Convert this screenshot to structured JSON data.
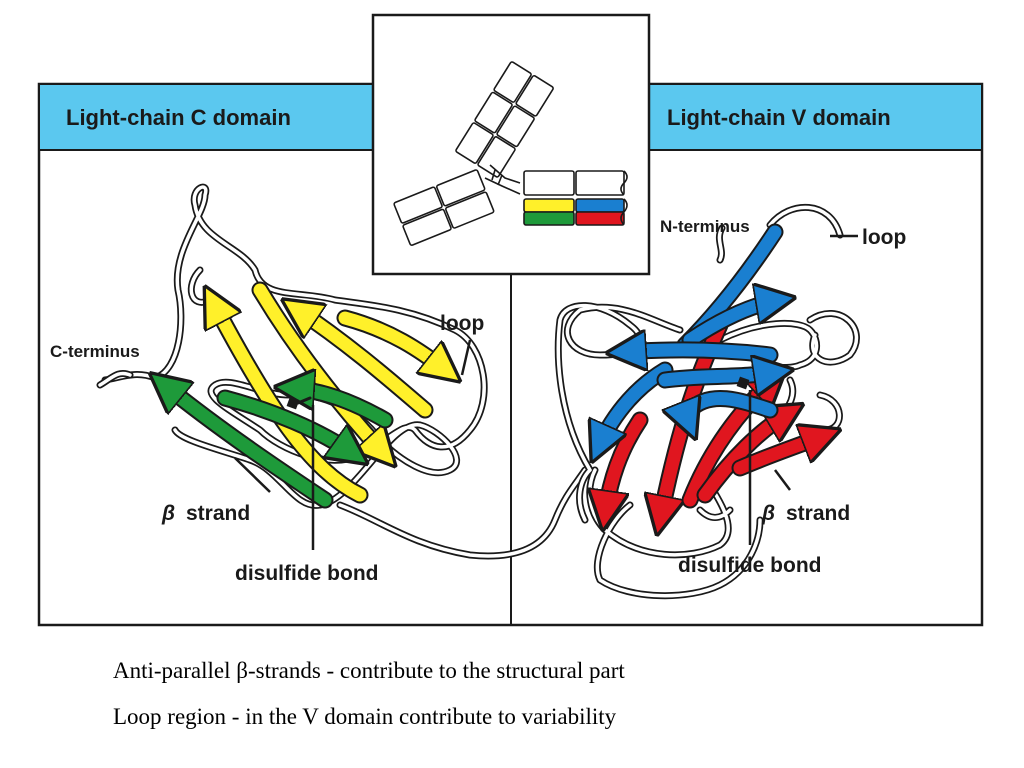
{
  "panels": {
    "left_title": "Light-chain C domain",
    "right_title": "Light-chain V domain"
  },
  "labels": {
    "c_terminus": "C-terminus",
    "loop_left": "loop",
    "beta_strand_left_symbol": "β",
    "beta_strand_left_text": "strand",
    "disulfide_left": "disulfide bond",
    "n_terminus": "N-terminus",
    "loop_right": "loop",
    "beta_strand_right_symbol": "β",
    "beta_strand_right_text": "strand",
    "disulfide_right": "disulfide bond"
  },
  "captions": {
    "line1": "Anti-parallel β-strands - contribute to the structural part",
    "line2": "Loop region - in the V domain contribute to variability"
  },
  "colors": {
    "header_bg": "#5bc8ef",
    "yellow_strand": "#fff02a",
    "green_strand": "#1e9a3a",
    "blue_strand": "#1a7fd0",
    "red_strand": "#e0161f",
    "outline": "#1a1a1a"
  }
}
